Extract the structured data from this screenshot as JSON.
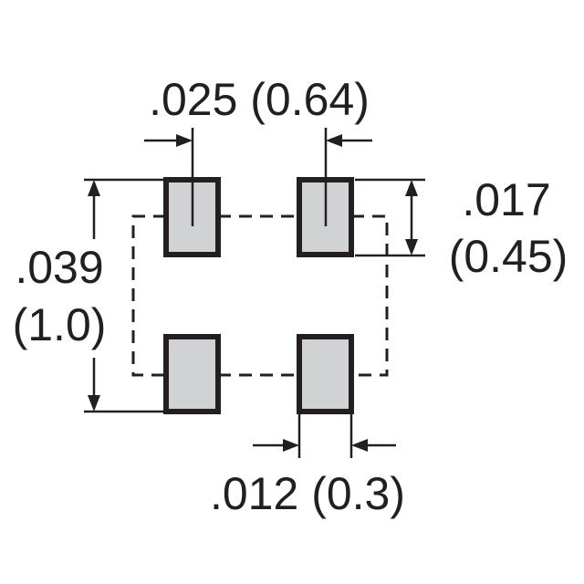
{
  "colors": {
    "ink": "#231f20",
    "pad_fill": "#d1d2d4",
    "background": "#ffffff"
  },
  "dimensions": {
    "top": ".025 (0.64)",
    "right_line1": ".017",
    "right_line2": "(0.45)",
    "left_line1": ".039",
    "left_line2": "(1.0)",
    "bottom": ".012 (0.3)"
  }
}
